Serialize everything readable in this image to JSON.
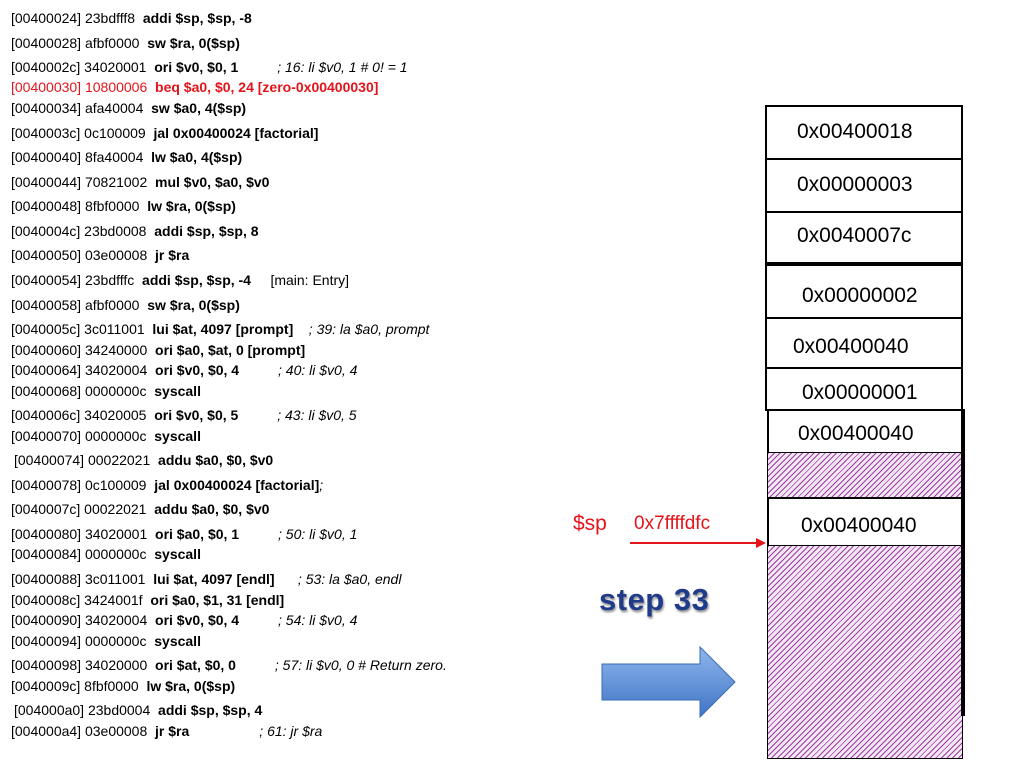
{
  "code_lines": [
    {
      "addr": "[00400024] 23bdfff8",
      "instr": "addi $sp, $sp, -8",
      "comment": ""
    },
    {
      "addr": "[00400028] afbf0000",
      "instr": "sw $ra, 0($sp)",
      "comment": ""
    },
    {
      "addr": "[0040002c] 34020001",
      "instr": "ori $v0, $0, 1",
      "comment": "; 16: li $v0, 1 # 0! = 1"
    },
    {
      "addr": "[00400030] 10800006",
      "instr": "beq $a0, $0, 24 [zero-0x00400030]",
      "comment": ""
    },
    {
      "addr": "[00400034] afa40004",
      "instr": "sw $a0, 4($sp)",
      "comment": ""
    },
    {
      "addr": "[0040003c] 0c100009",
      "instr": "jal 0x00400024 [factorial]",
      "comment": ""
    },
    {
      "addr": "[00400040] 8fa40004",
      "instr": "lw $a0, 4($sp)",
      "comment": ""
    },
    {
      "addr": "[00400044] 70821002",
      "instr": "mul $v0, $a0, $v0",
      "comment": ""
    },
    {
      "addr": "[00400048] 8fbf0000",
      "instr": "lw $ra, 0($sp)",
      "comment": ""
    },
    {
      "addr": "[0040004c] 23bd0008",
      "instr": "addi $sp, $sp, 8",
      "comment": ""
    },
    {
      "addr": "[00400050] 03e00008",
      "instr": "jr $ra",
      "comment": ""
    },
    {
      "addr": "[00400054] 23bdfffc",
      "instr": "addi $sp, $sp, -4",
      "comment": "[main: Entry]"
    },
    {
      "addr": "[00400058] afbf0000",
      "instr": "sw $ra, 0($sp)",
      "comment": ""
    },
    {
      "addr": "[0040005c] 3c011001",
      "instr": "lui $at, 4097 [prompt]",
      "comment": "; 39: la $a0, prompt"
    },
    {
      "addr": "[00400060] 34240000",
      "instr": "ori $a0, $at, 0 [prompt]",
      "comment": ""
    },
    {
      "addr": "[00400064] 34020004",
      "instr": "ori $v0, $0, 4",
      "comment": "; 40: li $v0, 4"
    },
    {
      "addr": "[00400068] 0000000c",
      "instr": "syscall",
      "comment": ""
    },
    {
      "addr": "[0040006c] 34020005",
      "instr": "ori $v0, $0, 5",
      "comment": "; 43: li $v0, 5"
    },
    {
      "addr": "[00400070] 0000000c",
      "instr": "syscall",
      "comment": ""
    },
    {
      "addr": "[00400074] 00022021",
      "instr": "addu $a0, $0, $v0",
      "comment": ""
    },
    {
      "addr": "[00400078] 0c100009",
      "instr": "jal 0x00400024 [factorial]",
      "comment": ";"
    },
    {
      "addr": "[0040007c] 00022021",
      "instr": "addu $a0, $0, $v0",
      "comment": ""
    },
    {
      "addr": "[00400080] 34020001",
      "instr": "ori $a0, $0, 1",
      "comment": "; 50: li $v0, 1"
    },
    {
      "addr": "[00400084] 0000000c",
      "instr": "syscall",
      "comment": ""
    },
    {
      "addr": "[00400088] 3c011001",
      "instr": "lui $at, 4097 [endl]",
      "comment": "; 53: la $a0, endl"
    },
    {
      "addr": "[0040008c] 3424001f",
      "instr": "ori $a0, $1, 31 [endl]",
      "comment": ""
    },
    {
      "addr": "[00400090] 34020004",
      "instr": "ori $v0, $0, 4",
      "comment": "; 54: li $v0, 4"
    },
    {
      "addr": "[00400094] 0000000c",
      "instr": "syscall",
      "comment": ""
    },
    {
      "addr": "[00400098] 34020000",
      "instr": "ori $at, $0, 0",
      "comment": "; 57: li $v0, 0 # Return zero."
    },
    {
      "addr": "[0040009c] 8fbf0000",
      "instr": "lw $ra, 0($sp)",
      "comment": ""
    },
    {
      "addr": "[004000a0] 23bd0004",
      "instr": "addi $sp, $sp, 4",
      "comment": ""
    },
    {
      "addr": "[004000a4] 03e00008",
      "instr": "jr $ra",
      "comment": "; 61: jr $ra"
    }
  ],
  "stack": {
    "cells": [
      "0x00400018",
      "0x00000003",
      "0x0040007c",
      "0x00000002",
      "0x00400040",
      "0x00000001",
      "0x00400040",
      "",
      "0x00400040",
      ""
    ]
  },
  "sp": {
    "label": "$sp",
    "value": "0x7ffffdfc"
  },
  "step": {
    "label": "step 33"
  },
  "colors": {
    "highlight": "#e4141b",
    "arrow": "#5b8fd6",
    "hatch": "#9b3f9f",
    "step_text": "#1f3b8a"
  }
}
